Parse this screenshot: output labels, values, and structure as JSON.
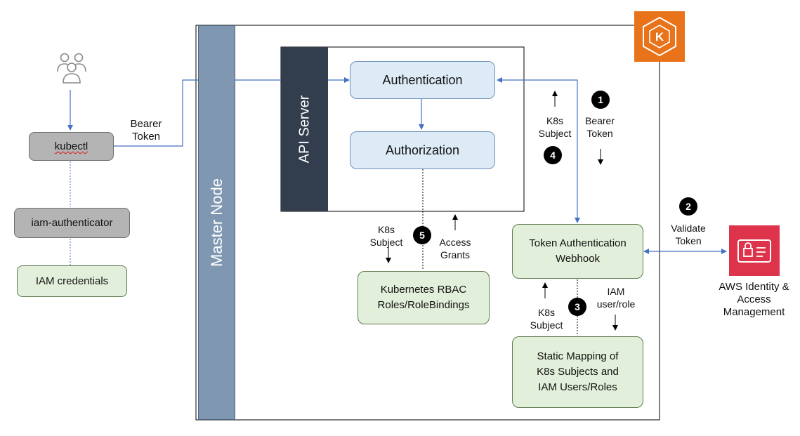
{
  "user_icon": "users-icon",
  "kubectl": "kubectl",
  "iam_authenticator": "iam-authenticator",
  "iam_credentials": "IAM credentials",
  "bearer_token_left": [
    "Bearer",
    "Token"
  ],
  "master_node": "Master Node",
  "api_server": "API Server",
  "authentication": "Authentication",
  "authorization": "Authorization",
  "webhook": [
    "Token Authentication",
    "Webhook"
  ],
  "rbac": [
    "Kubernetes RBAC",
    "Roles/RoleBindings"
  ],
  "static_mapping": [
    "Static Mapping of",
    "K8s Subjects and",
    "IAM Users/Roles"
  ],
  "aws_iam": [
    "AWS Identity &",
    "Access",
    "Management"
  ],
  "eks_logo_icon": "eks-logo-icon",
  "aws_iam_icon": "iam-badge-icon",
  "steps": {
    "s1": {
      "num": "1",
      "label": [
        "Bearer",
        "Token"
      ]
    },
    "s2": {
      "num": "2",
      "label": [
        "Validate",
        "Token"
      ]
    },
    "s3": {
      "num": "3",
      "label_left": [
        "K8s",
        "Subject"
      ],
      "label_right": [
        "IAM",
        "user/role"
      ]
    },
    "s4": {
      "num": "4",
      "label": [
        "K8s",
        "Subject"
      ]
    },
    "s5": {
      "num": "5",
      "label_left": [
        "K8s",
        "Subject"
      ],
      "label_right": [
        "Access",
        "Grants"
      ]
    }
  },
  "colors": {
    "master_node": "#8097b1",
    "api_server": "#323d4d",
    "arrow": "#4472c4",
    "green_fill": "#e2efda",
    "blue_fill": "#ddebf7",
    "gray_fill": "#b4b4b4",
    "eks_orange": "#e8731a",
    "iam_red": "#dd344c"
  }
}
